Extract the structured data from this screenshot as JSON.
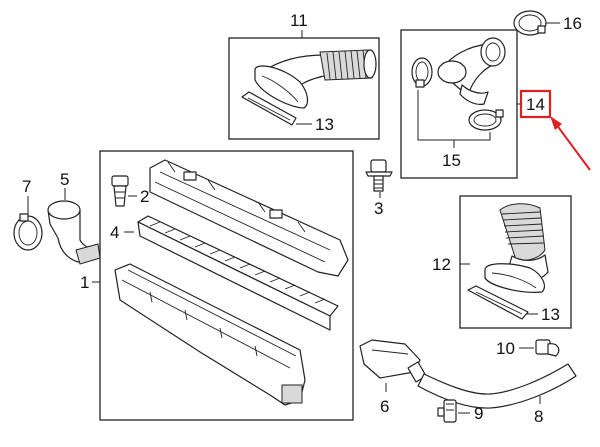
{
  "callouts": {
    "c1": "1",
    "c2": "2",
    "c3": "3",
    "c4": "4",
    "c5": "5",
    "c6": "6",
    "c7": "7",
    "c8": "8",
    "c9": "9",
    "c10": "10",
    "c11": "11",
    "c12": "12",
    "c13a": "13",
    "c13b": "13",
    "c14": "14",
    "c15": "15",
    "c16": "16"
  },
  "highlight": {
    "color": "#e02020",
    "target_callout": "14"
  }
}
